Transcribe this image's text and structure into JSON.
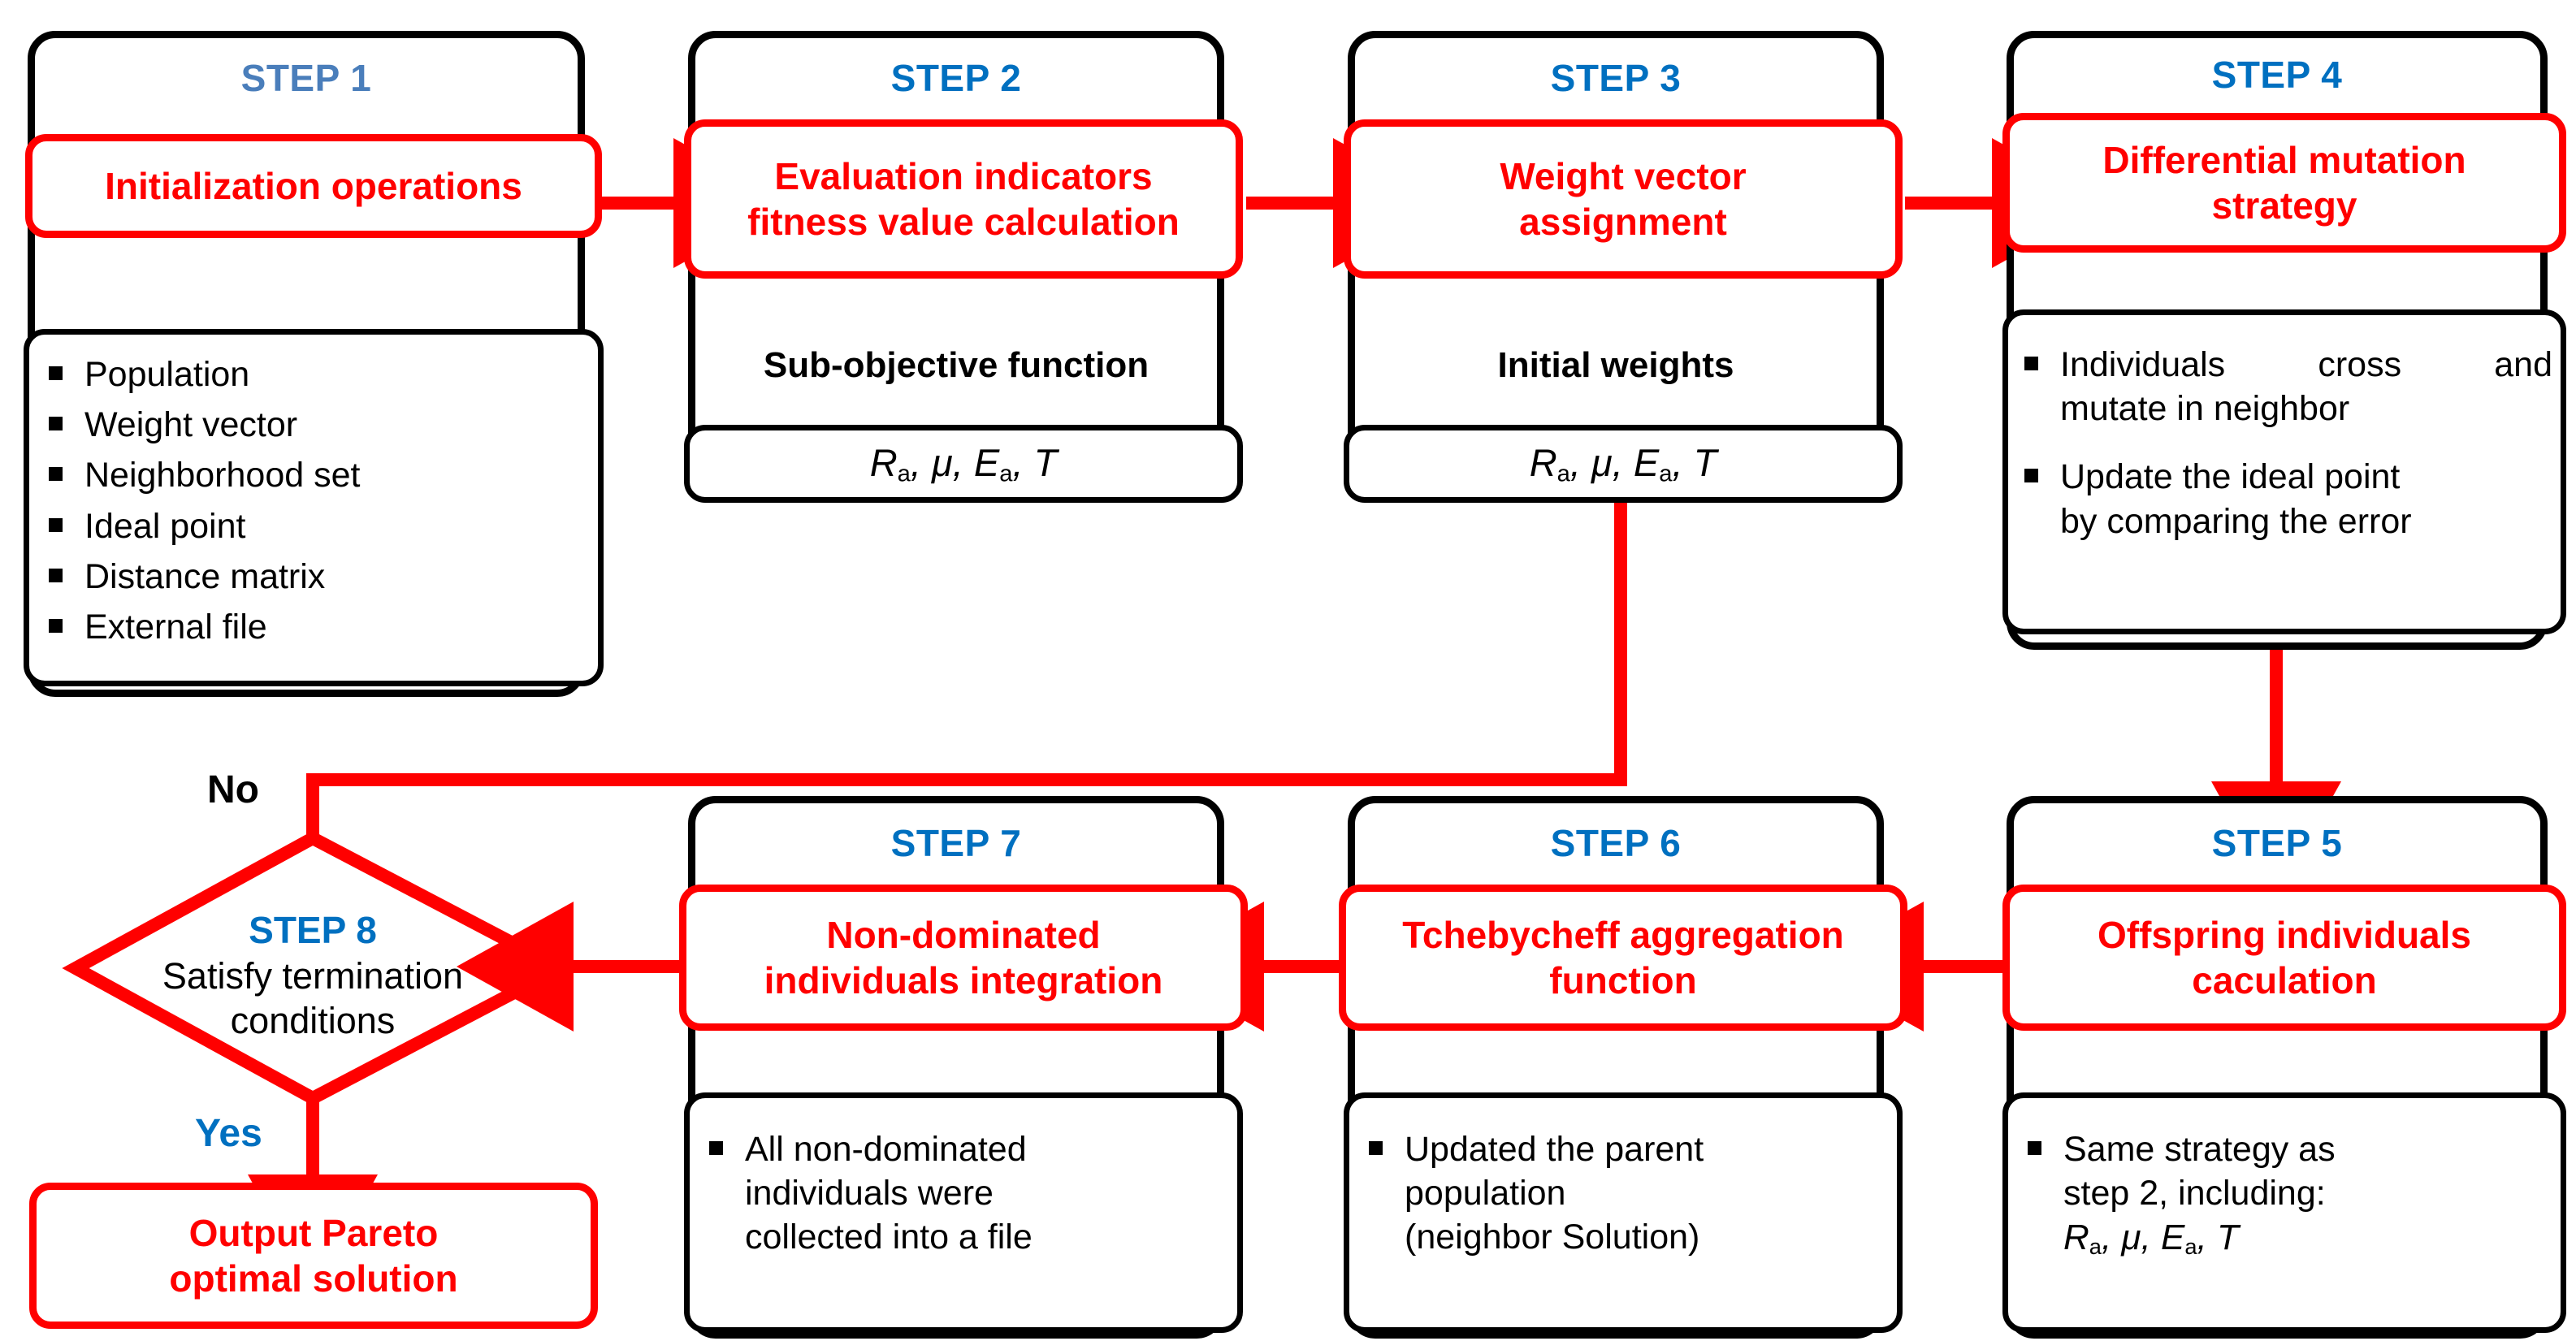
{
  "diagram": {
    "title": "MOEA/D algorithm flowchart",
    "colors": {
      "accent_red": "#FF0000",
      "step_blue": "#0070C0",
      "step1_blue": "#4A7EBB",
      "outline_black": "#000000"
    }
  },
  "steps": [
    {
      "id": "step1",
      "label": "STEP 1",
      "action": "Initialization operations",
      "caption": "",
      "items": [
        "Population",
        "Weight vector",
        "Neighborhood set",
        "Ideal point",
        "Distance matrix",
        "External file"
      ]
    },
    {
      "id": "step2",
      "label": "STEP 2",
      "action": "Evaluation indicators fitness value calculation",
      "caption": "Sub-objective function",
      "formula": "Ra, μ, Ea, T"
    },
    {
      "id": "step3",
      "label": "STEP 3",
      "action": "Weight vector assignment",
      "caption": "Initial weights",
      "formula": "Ra, μ, Ea, T"
    },
    {
      "id": "step4",
      "label": "STEP 4",
      "action": "Differential mutation strategy",
      "caption": "",
      "items": [
        "Individuals cross and mutate in neighbor",
        "Update the ideal point by comparing the error"
      ]
    },
    {
      "id": "step5",
      "label": "STEP 5",
      "action": "Offspring individuals caculation",
      "caption": "",
      "items": [
        "Same strategy as step 2, including: Ra, μ, Ea, T"
      ]
    },
    {
      "id": "step6",
      "label": "STEP 6",
      "action": "Tchebycheff aggregation function",
      "caption": "",
      "items": [
        "Updated the parent population (neighbor Solution)"
      ]
    },
    {
      "id": "step7",
      "label": "STEP 7",
      "action": "Non-dominated individuals integration",
      "caption": "",
      "items": [
        "All non-dominated individuals were collected into a file"
      ]
    },
    {
      "id": "step8",
      "label": "STEP 8",
      "decision_line1": "Satisfy termination",
      "decision_line2": "conditions"
    }
  ],
  "edges": {
    "no_label": "No",
    "yes_label": "Yes"
  },
  "output": {
    "line1": "Output Pareto",
    "line2": "optimal solution"
  },
  "step4_items_lines": {
    "item1_line1": "Individuals cross and",
    "item1_line2": "mutate in neighbor",
    "item2_line1": "Update the ideal point",
    "item2_line2": "by comparing the error"
  },
  "step5_items_lines": {
    "line1": "Same strategy as",
    "line2": "step 2, including:"
  },
  "step6_items_lines": {
    "line1": "Updated the parent",
    "line2": "population",
    "line3": "(neighbor Solution)"
  },
  "step7_items_lines": {
    "line1": "All non-dominated",
    "line2": "individuals were",
    "line3": "collected into a file"
  },
  "action_lines": {
    "step2_l1": "Evaluation indicators",
    "step2_l2": "fitness value calculation",
    "step3_l1": "Weight vector",
    "step3_l2": "assignment",
    "step4_l1": "Differential mutation",
    "step4_l2": "strategy",
    "step5_l1": "Offspring individuals",
    "step5_l2": "caculation",
    "step6_l1": "Tchebycheff aggregation",
    "step6_l2": "function",
    "step7_l1": "Non-dominated",
    "step7_l2": "individuals integration"
  },
  "formula_parts": {
    "R": "R",
    "R_sub": "a",
    "mu": "μ",
    "E": "E",
    "E_sub": "a",
    "T": "T",
    "comma": ", "
  }
}
